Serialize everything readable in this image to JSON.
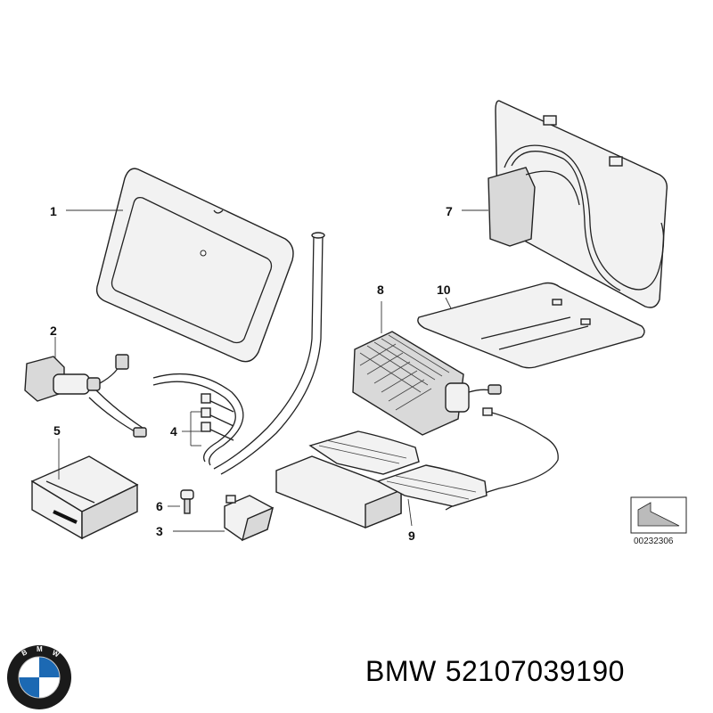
{
  "callouts": [
    {
      "id": "1",
      "label": "1"
    },
    {
      "id": "2",
      "label": "2"
    },
    {
      "id": "3",
      "label": "3"
    },
    {
      "id": "4",
      "label": "4"
    },
    {
      "id": "5",
      "label": "5"
    },
    {
      "id": "6",
      "label": "6"
    },
    {
      "id": "7",
      "label": "7"
    },
    {
      "id": "8",
      "label": "8"
    },
    {
      "id": "9",
      "label": "9"
    },
    {
      "id": "10",
      "label": "10"
    }
  ],
  "reference_code": "00232306",
  "caption": {
    "brand": "BMW",
    "part_number": "52107039190"
  },
  "logo": {
    "text": "BMW",
    "colors": {
      "ring": "#1a1a1a",
      "blue": "#1c69b3",
      "white": "#ffffff"
    }
  }
}
